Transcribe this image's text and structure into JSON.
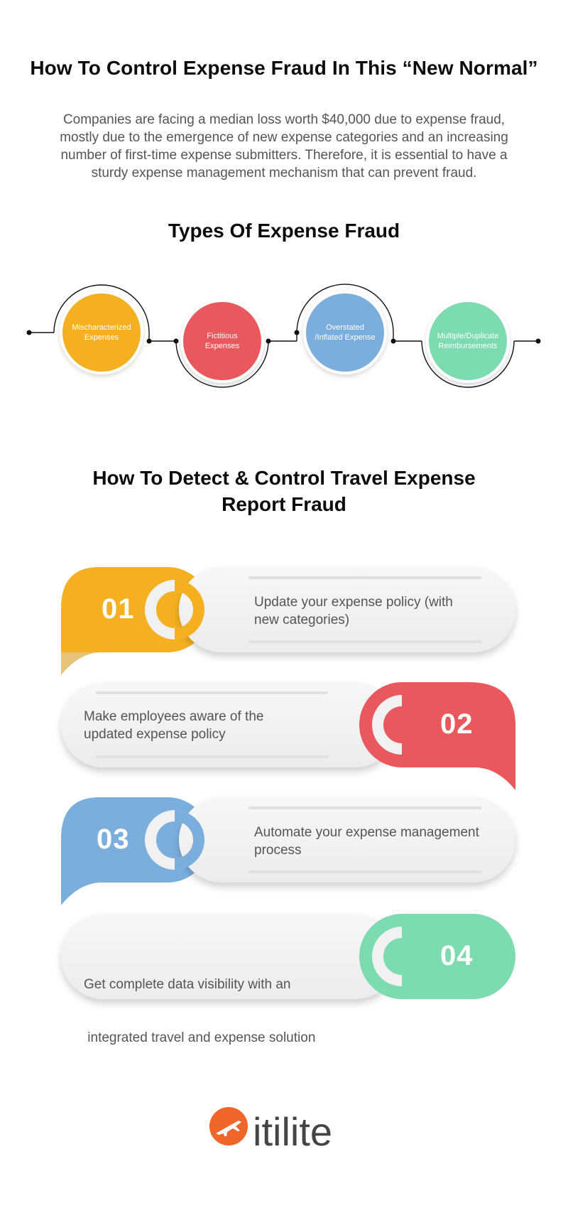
{
  "header": {
    "title": "How To Control Expense Fraud In This “New Normal”",
    "intro": "Companies are facing a median loss worth $40,000 due to expense fraud, mostly due to the emergence of new expense categories and an increasing number of first-time expense submitters. Therefore, it is essential to have a sturdy expense management mechanism that can prevent fraud."
  },
  "types_section": {
    "heading": "Types Of Expense Fraud",
    "items": [
      {
        "line1": "Mischaracterized",
        "line2": "Expenses",
        "color": "#F4B021"
      },
      {
        "line1": "Fictitious",
        "line2": "Expenses",
        "color": "#E8585C"
      },
      {
        "line1": "Overstated",
        "line2": "/Inflated Expense",
        "color": "#7BAEDC"
      },
      {
        "line1": "Multiple/Duplicate",
        "line2": "Reimbursements",
        "color": "#7DDBB0"
      }
    ]
  },
  "detect_section": {
    "heading_line1": "How To Detect & Control Travel Expense",
    "heading_line2": "Report Fraud",
    "steps": [
      {
        "number": "01",
        "line1": "Update your expense policy (with",
        "line2": "new categories)",
        "color": "#F4B021"
      },
      {
        "number": "02",
        "line1": "Make employees aware of the",
        "line2": "updated expense policy",
        "color": "#E8585C"
      },
      {
        "number": "03",
        "line1": "Automate your expense management",
        "line2": "process",
        "color": "#7BAEDC"
      },
      {
        "number": "04",
        "line1": "Get complete data visibility with an",
        "line2": " integrated travel and expense solution",
        "color": "#7DDBB0"
      }
    ]
  },
  "brand": {
    "name": "itilite",
    "accent": "#F0652A"
  }
}
